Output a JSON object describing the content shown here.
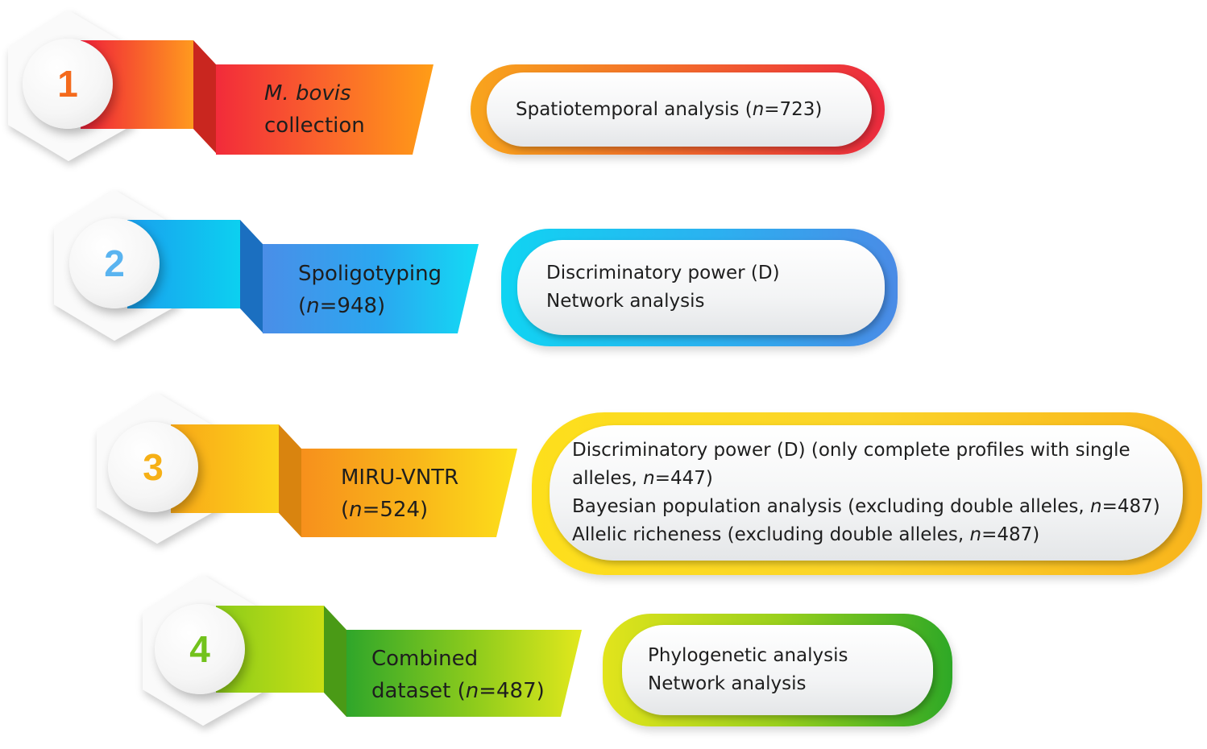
{
  "steps": [
    {
      "number": "1",
      "color": "#f46a1c",
      "label_lines": [
        "M. bovis",
        "collection"
      ],
      "detail_lines": [
        "Spatiotemporal analysis (n=723)"
      ]
    },
    {
      "number": "2",
      "color": "#5ab4f0",
      "label_lines": [
        "Spoligotyping",
        "(n=948)"
      ],
      "detail_lines": [
        "Discriminatory power (D)",
        "Network analysis"
      ]
    },
    {
      "number": "3",
      "color": "#f6b016",
      "label_lines": [
        "MIRU-VNTR",
        "(n=524)"
      ],
      "detail_lines": [
        "Discriminatory power (D) (only complete profiles with single",
        "alleles, n=447)",
        "Bayesian population analysis (excluding double alleles, n=487)",
        "Allelic richeness (excluding double alleles, n=487)"
      ]
    },
    {
      "number": "4",
      "color": "#72c21c",
      "label_lines": [
        "Combined",
        "dataset (n=487)"
      ],
      "detail_lines": [
        "Phylogenetic analysis",
        "Network analysis"
      ]
    }
  ]
}
